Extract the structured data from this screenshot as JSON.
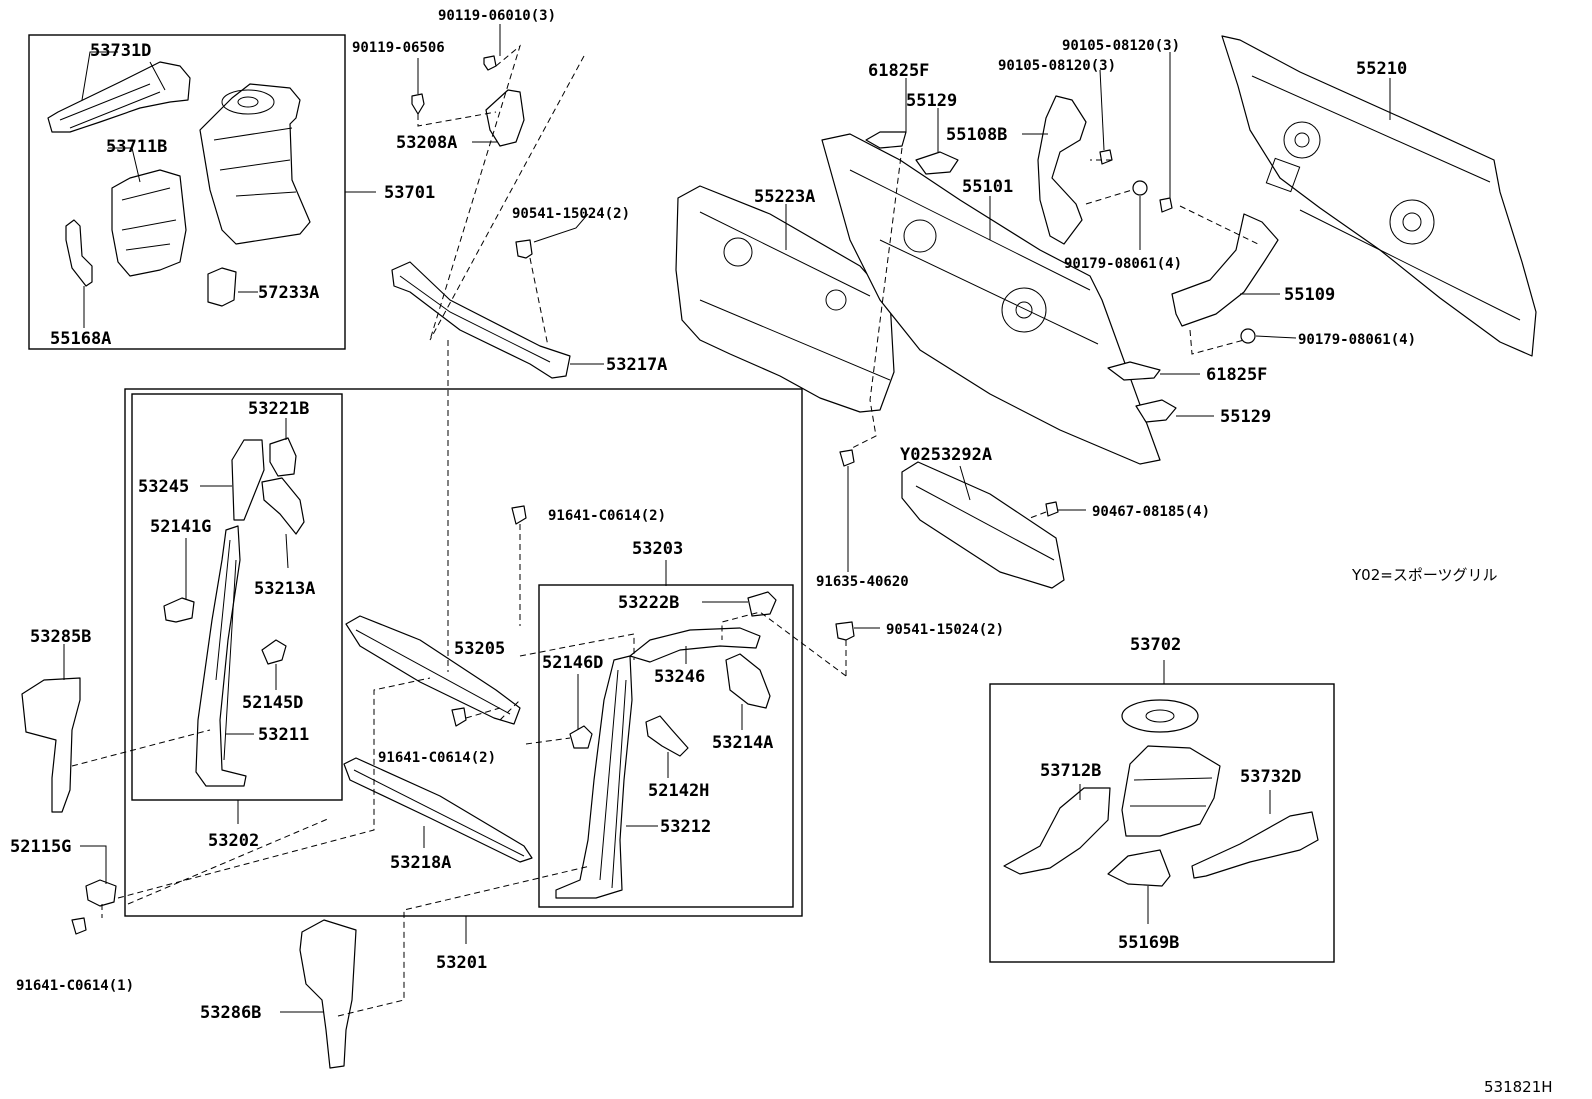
{
  "diagram_id": "531821H",
  "note": "Y02=スポーツグリル",
  "labels": {
    "p53731D": "53731D",
    "p53711B": "53711B",
    "p55168A": "55168A",
    "p57233A": "57233A",
    "p53701": "53701",
    "b9011906010": "90119-06010(3)",
    "b9011906506": "90119-06506",
    "p53208A": "53208A",
    "c9054115024a": "90541-15024(2)",
    "p53217A": "53217A",
    "p61825Fa": "61825F",
    "p55129a": "55129",
    "p55108B": "55108B",
    "p55101": "55101",
    "p55223A": "55223A",
    "b9010508120a": "90105-08120(3)",
    "b9010508120b": "90105-08120(3)",
    "n9017908061a": "90179-08061(4)",
    "p55109": "55109",
    "n9017908061b": "90179-08061(4)",
    "p55210": "55210",
    "p61825Fb": "61825F",
    "p55129b": "55129",
    "pY0253292A": "Y0253292A",
    "b9046708185": "90467-08185(4)",
    "b9163540620": "91635-40620",
    "c9054115024b": "90541-15024(2)",
    "p53221B": "53221B",
    "p53245": "53245",
    "p52141G": "52141G",
    "p53213A": "53213A",
    "p52145D": "52145D",
    "p53211": "53211",
    "p53202": "53202",
    "p53285B": "53285B",
    "p52115G": "52115G",
    "b91641C0614a": "91641-C0614(1)",
    "b91641C0614b": "91641-C0614(2)",
    "b91641C0614c": "91641-C0614(2)",
    "p53203": "53203",
    "p53222B": "53222B",
    "p53205": "53205",
    "p52146D": "52146D",
    "p53246": "53246",
    "p53214A": "53214A",
    "p52142H": "52142H",
    "p53212": "53212",
    "p53218A": "53218A",
    "p53201": "53201",
    "p53286B": "53286B",
    "p53702": "53702",
    "p53712B": "53712B",
    "p53732D": "53732D",
    "p55169B": "55169B"
  }
}
